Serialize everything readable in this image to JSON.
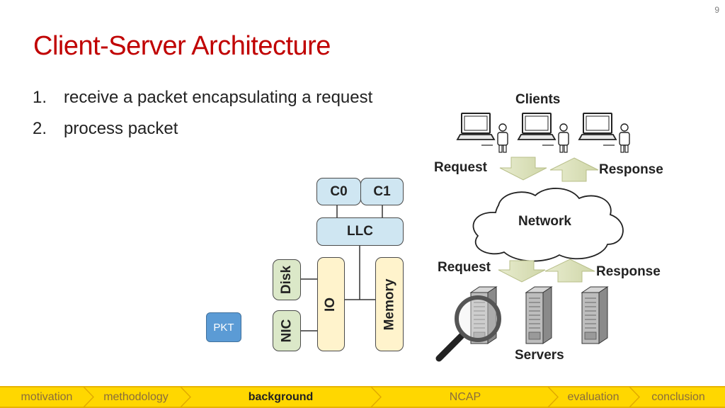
{
  "page_number": "9",
  "title": "Client-Server Architecture",
  "bullets": [
    {
      "num": "1.",
      "text": "receive a packet encapsulating a request"
    },
    {
      "num": "2.",
      "text": "process packet"
    }
  ],
  "cpu": {
    "core0": "C0",
    "core1": "C1",
    "llc": "LLC",
    "io": "IO",
    "memory": "Memory",
    "disk": "Disk",
    "nic": "NIC"
  },
  "packet": "PKT",
  "network": {
    "clients_label": "Clients",
    "servers_label": "Servers",
    "network_label": "Network",
    "top_request": "Request",
    "top_response": "Response",
    "bottom_request": "Request",
    "bottom_response": "Response"
  },
  "nav": {
    "items": [
      "motivation",
      "methodology",
      "background",
      "NCAP",
      "evaluation",
      "conclusion"
    ],
    "active": "background",
    "bar_color": "#ffd700",
    "border_color": "#e0a800"
  },
  "colors": {
    "title": "#c00000",
    "cache": "#cfe6f2",
    "device": "#dbe8c8",
    "bus": "#fff3cc",
    "packet": "#5b9bd5"
  }
}
